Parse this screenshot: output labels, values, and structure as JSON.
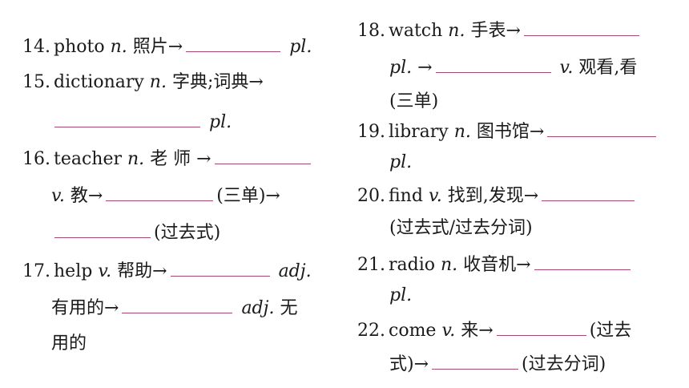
{
  "items": {
    "i14": {
      "num": "14.",
      "word": "photo",
      "pos": "n.",
      "meaning": "照片→",
      "tail": "pl."
    },
    "i15": {
      "num": "15.",
      "word": "dictionary",
      "pos": "n.",
      "meaning": "字典;词典→",
      "tail": "pl."
    },
    "i16": {
      "num": "16.",
      "word": "teacher",
      "pos": "n.",
      "meaning": "老 师 →",
      "pos2": "v.",
      "meaning2": "教→",
      "note1": "(三单)→",
      "note2": "(过去式)"
    },
    "i17": {
      "num": "17.",
      "word": "help",
      "pos": "v.",
      "meaning": "帮助→",
      "adj_label": "adj.",
      "adj_meaning": "有用的→",
      "adj_label2": "adj.",
      "adj2_meaning_a": "无",
      "adj2_meaning_b": "用的"
    },
    "i18": {
      "num": "18.",
      "word": "watch",
      "pos": "n.",
      "meaning": "手表→",
      "tail": "pl. →",
      "pos2": "v.",
      "meaning2": "观看,看",
      "note": "(三单)"
    },
    "i19": {
      "num": "19.",
      "word": "library",
      "pos": "n.",
      "meaning": "图书馆→",
      "tail": "pl."
    },
    "i20": {
      "num": "20.",
      "word": "find",
      "pos": "v.",
      "meaning": "找到,发现→",
      "note": "(过去式/过去分词)"
    },
    "i21": {
      "num": "21.",
      "word": "radio",
      "pos": "n.",
      "meaning": "收音机→",
      "tail": "pl."
    },
    "i22": {
      "num": "22.",
      "word": "come",
      "pos": "v.",
      "meaning": "来→",
      "note1": "(过去",
      "note2a": "式)→",
      "note2b": "(过去分词)"
    }
  },
  "colors": {
    "blank_line": "#e2287a",
    "text": "#1a1a1a"
  }
}
